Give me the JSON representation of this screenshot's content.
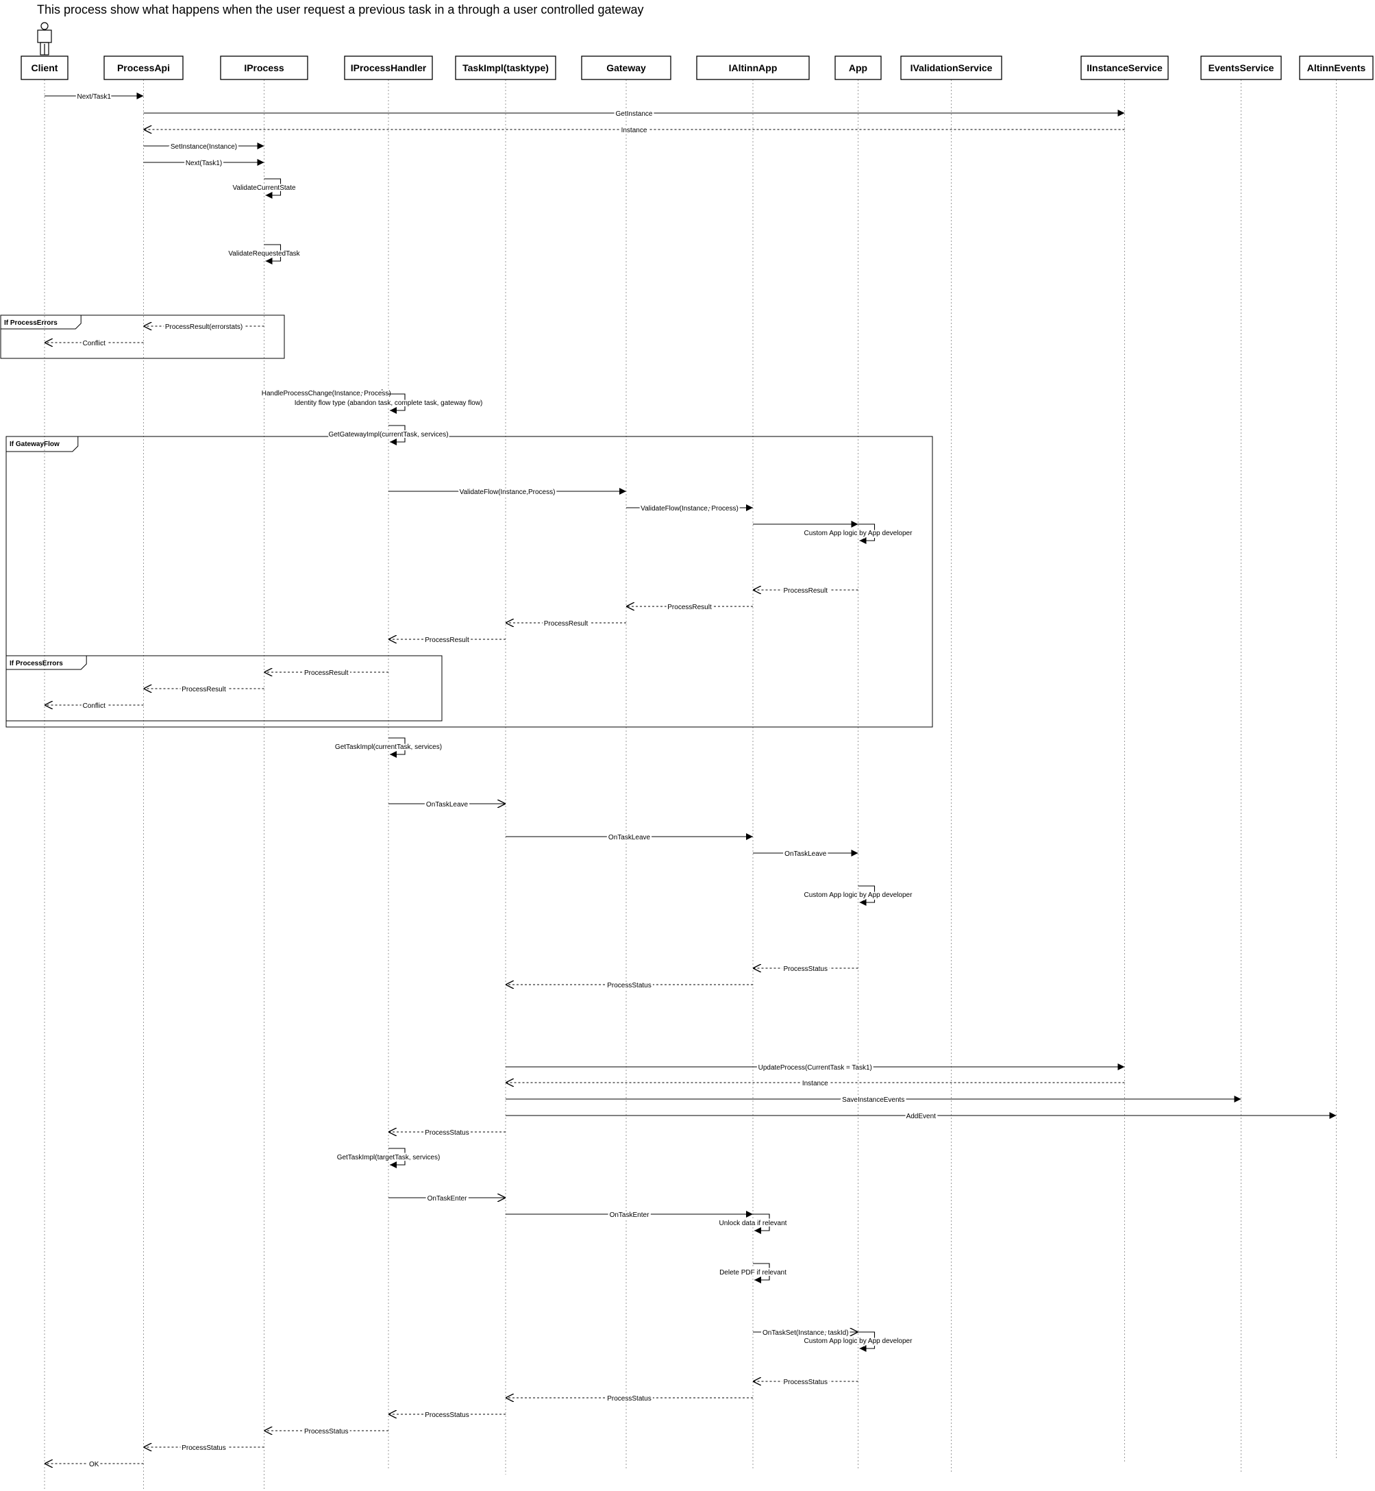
{
  "title": "This process show what happens when the user request a previous task in a through a user controlled gateway",
  "colors": {
    "stroke": "#000000",
    "lifeline": "#9a9a9a",
    "background": "#ffffff"
  },
  "icons": {
    "actor": "person-actor-icon"
  },
  "participants": [
    {
      "id": "client",
      "label": "Client",
      "actor": true
    },
    {
      "id": "processapi",
      "label": "ProcessApi"
    },
    {
      "id": "iprocess",
      "label": "IProcess"
    },
    {
      "id": "iprocesshandler",
      "label": "IProcessHandler"
    },
    {
      "id": "taskimpl",
      "label": "TaskImpl(tasktype)"
    },
    {
      "id": "gateway",
      "label": "Gateway"
    },
    {
      "id": "ialtinnapp",
      "label": "IAltinnApp"
    },
    {
      "id": "app",
      "label": "App"
    },
    {
      "id": "ivalidationservice",
      "label": "IValidationService"
    },
    {
      "id": "iinstanceservice",
      "label": "IInstanceService"
    },
    {
      "id": "eventsservice",
      "label": "EventsService"
    },
    {
      "id": "altinnevents",
      "label": "AltinnEvents"
    }
  ],
  "fragments": [
    {
      "label": "If ProcessErrors"
    },
    {
      "label": "If GatewayFlow"
    },
    {
      "label": "If ProcessErrors"
    }
  ],
  "messages": [
    {
      "from": "client",
      "to": "processapi",
      "label": "Next/Task1",
      "style": "sync"
    },
    {
      "from": "processapi",
      "to": "iinstanceservice",
      "label": "GetInstance",
      "style": "sync"
    },
    {
      "from": "iinstanceservice",
      "to": "processapi",
      "label": "Instance",
      "style": "return"
    },
    {
      "from": "processapi",
      "to": "iprocess",
      "label": "SetInstance(Instance)",
      "style": "sync"
    },
    {
      "from": "processapi",
      "to": "iprocess",
      "label": "Next(Task1)",
      "style": "sync"
    },
    {
      "from": "iprocess",
      "to": "iprocess",
      "label": "ValidateCurrentState",
      "style": "self"
    },
    {
      "from": "iprocess",
      "to": "iprocess",
      "label": "ValidateRequestedTask",
      "style": "self"
    },
    {
      "from": "iprocess",
      "to": "processapi",
      "label": "ProcessResult(errorstats)",
      "style": "return"
    },
    {
      "from": "processapi",
      "to": "client",
      "label": "Conflict",
      "style": "return"
    },
    {
      "from": "iprocess",
      "to": "iprocesshandler",
      "label": "HandleProcessChange(Instance, Process)",
      "style": "sync"
    },
    {
      "from": "iprocesshandler",
      "to": "iprocesshandler",
      "label": "Identity flow type (abandon task, complete task, gateway flow)",
      "style": "self"
    },
    {
      "from": "iprocesshandler",
      "to": "iprocesshandler",
      "label": "GetGatewayImpl(currentTask, services)",
      "style": "self"
    },
    {
      "from": "iprocesshandler",
      "to": "gateway",
      "label": "ValidateFlow(Instance,Process)",
      "style": "sync"
    },
    {
      "from": "gateway",
      "to": "ialtinnapp",
      "label": "ValidateFlow(Instance, Process)",
      "style": "sync"
    },
    {
      "from": "ialtinnapp",
      "to": "app",
      "label": "",
      "style": "sync"
    },
    {
      "from": "app",
      "to": "app",
      "label": "Custom App logic by App developer",
      "style": "self"
    },
    {
      "from": "app",
      "to": "ialtinnapp",
      "label": "ProcessResult",
      "style": "return"
    },
    {
      "from": "ialtinnapp",
      "to": "gateway",
      "label": "ProcessResult",
      "style": "return"
    },
    {
      "from": "gateway",
      "to": "taskimpl",
      "label": "ProcessResult",
      "style": "return"
    },
    {
      "from": "taskimpl",
      "to": "iprocesshandler",
      "label": "ProcessResult",
      "style": "return"
    },
    {
      "from": "iprocesshandler",
      "to": "iprocess",
      "label": "ProcessResult",
      "style": "return"
    },
    {
      "from": "iprocess",
      "to": "processapi",
      "label": "ProcessResult",
      "style": "return"
    },
    {
      "from": "processapi",
      "to": "client",
      "label": "Conflict",
      "style": "return"
    },
    {
      "from": "iprocesshandler",
      "to": "iprocesshandler",
      "label": "GetTaskImpl(currentTask, services)",
      "style": "self"
    },
    {
      "from": "iprocesshandler",
      "to": "taskimpl",
      "label": "OnTaskLeave",
      "style": "async"
    },
    {
      "from": "taskimpl",
      "to": "ialtinnapp",
      "label": "OnTaskLeave",
      "style": "sync"
    },
    {
      "from": "ialtinnapp",
      "to": "app",
      "label": "OnTaskLeave",
      "style": "sync"
    },
    {
      "from": "app",
      "to": "app",
      "label": "Custom App logic by App developer",
      "style": "self"
    },
    {
      "from": "app",
      "to": "ialtinnapp",
      "label": "ProcessStatus",
      "style": "return"
    },
    {
      "from": "ialtinnapp",
      "to": "taskimpl",
      "label": "ProcessStatus",
      "style": "return"
    },
    {
      "from": "taskimpl",
      "to": "iinstanceservice",
      "label": "UpdateProcess(CurrentTask = Task1)",
      "style": "sync"
    },
    {
      "from": "iinstanceservice",
      "to": "taskimpl",
      "label": "Instance",
      "style": "return"
    },
    {
      "from": "taskimpl",
      "to": "eventsservice",
      "label": "SaveInstanceEvents",
      "style": "sync"
    },
    {
      "from": "taskimpl",
      "to": "altinnevents",
      "label": "AddEvent",
      "style": "sync"
    },
    {
      "from": "taskimpl",
      "to": "iprocesshandler",
      "label": "ProcessStatus",
      "style": "return"
    },
    {
      "from": "iprocesshandler",
      "to": "iprocesshandler",
      "label": "GetTaskImpl(targetTask, services)",
      "style": "self"
    },
    {
      "from": "iprocesshandler",
      "to": "taskimpl",
      "label": "OnTaskEnter",
      "style": "async"
    },
    {
      "from": "taskimpl",
      "to": "ialtinnapp",
      "label": "OnTaskEnter",
      "style": "sync"
    },
    {
      "from": "ialtinnapp",
      "to": "ialtinnapp",
      "label": "Unlock data if relevant",
      "style": "self"
    },
    {
      "from": "ialtinnapp",
      "to": "ialtinnapp",
      "label": "Delete PDF if relevant",
      "style": "self"
    },
    {
      "from": "ialtinnapp",
      "to": "app",
      "label": "OnTaskSet(Instance, taskId)",
      "style": "async"
    },
    {
      "from": "app",
      "to": "app",
      "label": "Custom App logic by App developer",
      "style": "self"
    },
    {
      "from": "app",
      "to": "ialtinnapp",
      "label": "ProcessStatus",
      "style": "return"
    },
    {
      "from": "ialtinnapp",
      "to": "taskimpl",
      "label": "ProcessStatus",
      "style": "return"
    },
    {
      "from": "taskimpl",
      "to": "iprocesshandler",
      "label": "ProcessStatus",
      "style": "return"
    },
    {
      "from": "iprocesshandler",
      "to": "iprocess",
      "label": "ProcessStatus",
      "style": "return"
    },
    {
      "from": "iprocess",
      "to": "processapi",
      "label": "ProcessStatus",
      "style": "return"
    },
    {
      "from": "processapi",
      "to": "client",
      "label": "OK",
      "style": "return"
    }
  ]
}
